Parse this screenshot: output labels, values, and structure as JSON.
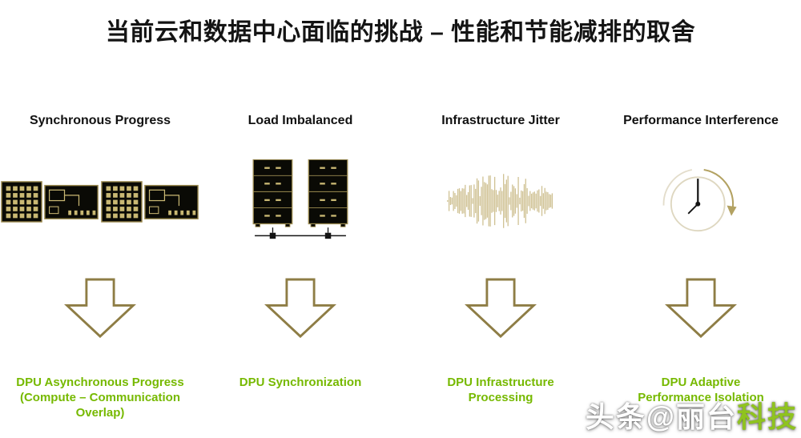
{
  "title": "当前云和数据中心面临的挑战 – 性能和节能减排的取舍",
  "columns": [
    {
      "header": "Synchronous Progress",
      "icon": "chips-icon",
      "solution": "DPU Asynchronous Progress (Compute – Communication Overlap)"
    },
    {
      "header": "Load Imbalanced",
      "icon": "server-racks-icon",
      "solution": "DPU Synchronization"
    },
    {
      "header": "Infrastructure Jitter",
      "icon": "jitter-waveform-icon",
      "solution": "DPU Infrastructure Processing"
    },
    {
      "header": "Performance Interference",
      "icon": "clock-icon",
      "solution": "DPU Adaptive Performance Isolation"
    }
  ],
  "arrow_icon": "down-block-arrow-icon",
  "watermark": {
    "prefix": "头条@",
    "name_white": "丽台",
    "name_green": "科技"
  },
  "colors": {
    "nvidia_green": "#76b900",
    "gold_outline": "#9d8c51",
    "gold_fill": "#c9b873",
    "arrow_gold": "#8e7d45",
    "jitter_tan": "#cfc193",
    "pale_ring": "#ded7c0",
    "ink": "#141414",
    "watermark_green": "#8fc31f"
  }
}
